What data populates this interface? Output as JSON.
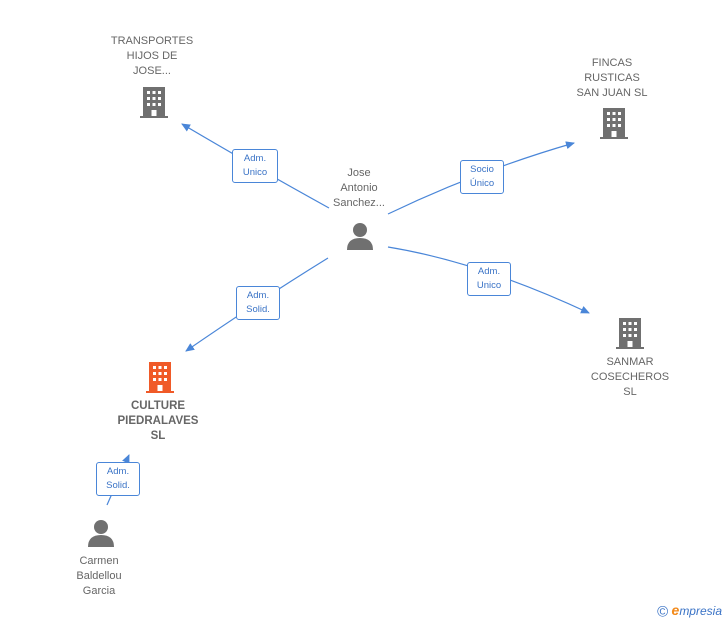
{
  "colors": {
    "edge": "#4a86d8",
    "company": "#707070",
    "focus_company": "#f05a28",
    "person": "#707070"
  },
  "nodes": {
    "transportes": {
      "label": "TRANSPORTES\nHIJOS DE\nJOSE...",
      "icon": "building-icon"
    },
    "fincas": {
      "label": "FINCAS\nRUSTICAS\nSAN JUAN  SL",
      "icon": "building-icon"
    },
    "jose": {
      "label": "Jose\nAntonio\nSanchez...",
      "icon": "person-icon"
    },
    "culture": {
      "label": "CULTURE\nPIEDRALAVES\nSL",
      "icon": "building-icon"
    },
    "sanmar": {
      "label": "SANMAR\nCOSECHEROS\nSL",
      "icon": "building-icon"
    },
    "carmen": {
      "label": "Carmen\nBaldellou\nGarcia",
      "icon": "person-icon"
    }
  },
  "edges": {
    "e1": "Adm.\nUnico",
    "e2": "Socio\nÚnico",
    "e3": "Adm.\nSolid.",
    "e4": "Adm.\nUnico",
    "e5": "Adm.\nSolid."
  },
  "footer": {
    "copyright": "©",
    "brand_initial": "e",
    "brand_rest": "mpresia"
  }
}
